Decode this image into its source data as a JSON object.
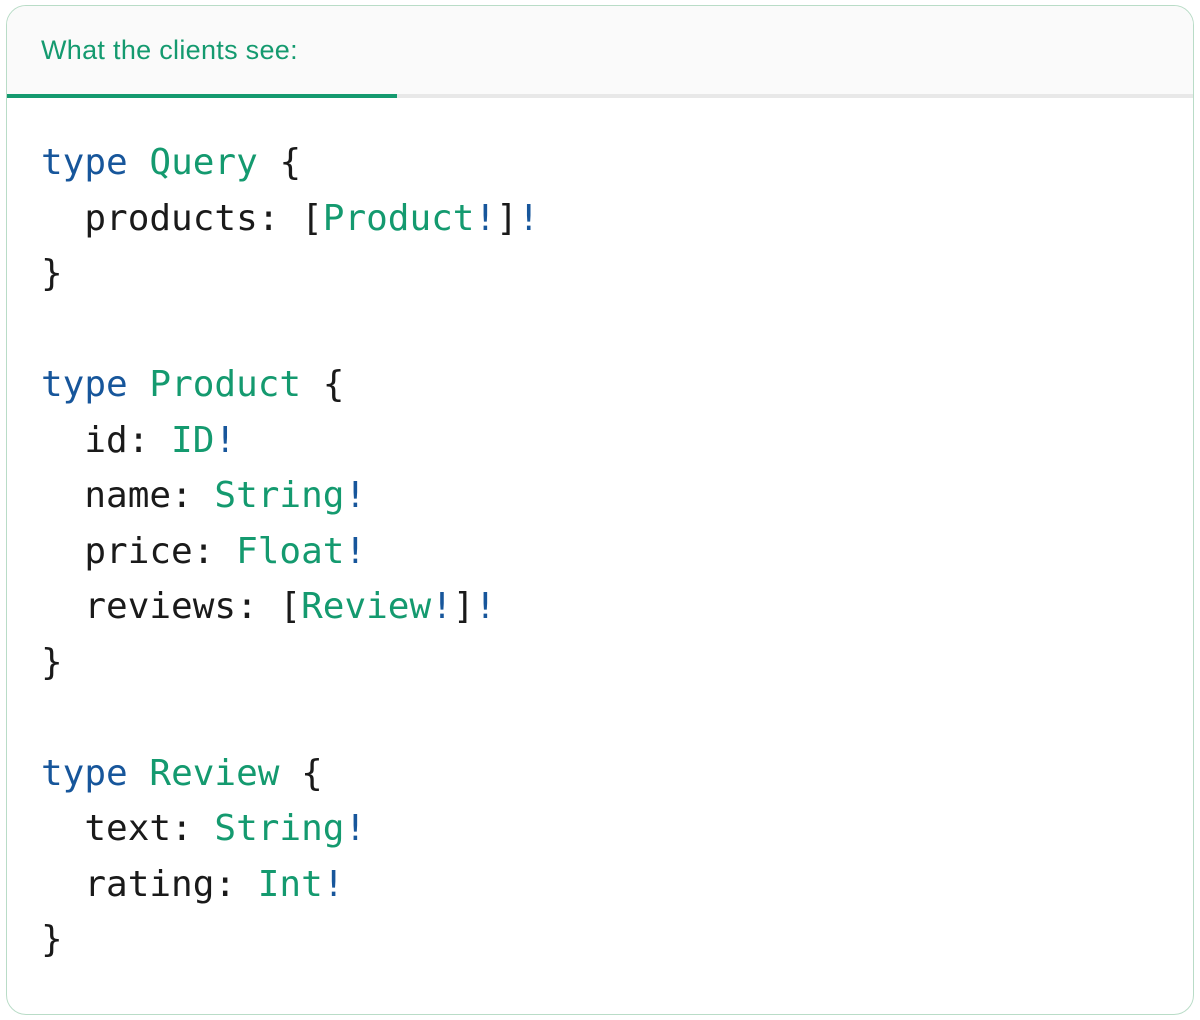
{
  "tab": {
    "label": "What the clients see:"
  },
  "colors": {
    "accent_green": "#149a6f",
    "keyword_blue": "#17569b",
    "text_dark": "#1a1a1a",
    "card_border": "#b9dcc7",
    "header_bg": "#fafafa",
    "divider_gray": "#e8e8e8"
  },
  "code": {
    "language": "graphql-sdl",
    "lines": [
      [
        [
          "kw",
          "type"
        ],
        [
          "pl",
          " "
        ],
        [
          "ty",
          "Query"
        ],
        [
          "pl",
          " {"
        ]
      ],
      [
        [
          "pl",
          "  products: ["
        ],
        [
          "ty",
          "Product"
        ],
        [
          "bg",
          "!"
        ],
        [
          "pl",
          "]"
        ],
        [
          "bg",
          "!"
        ]
      ],
      [
        [
          "pl",
          "}"
        ]
      ],
      [],
      [
        [
          "kw",
          "type"
        ],
        [
          "pl",
          " "
        ],
        [
          "ty",
          "Product"
        ],
        [
          "pl",
          " {"
        ]
      ],
      [
        [
          "pl",
          "  id: "
        ],
        [
          "ty",
          "ID"
        ],
        [
          "bg",
          "!"
        ]
      ],
      [
        [
          "pl",
          "  name: "
        ],
        [
          "ty",
          "String"
        ],
        [
          "bg",
          "!"
        ]
      ],
      [
        [
          "pl",
          "  price: "
        ],
        [
          "ty",
          "Float"
        ],
        [
          "bg",
          "!"
        ]
      ],
      [
        [
          "pl",
          "  reviews: ["
        ],
        [
          "ty",
          "Review"
        ],
        [
          "bg",
          "!"
        ],
        [
          "pl",
          "]"
        ],
        [
          "bg",
          "!"
        ]
      ],
      [
        [
          "pl",
          "}"
        ]
      ],
      [],
      [
        [
          "kw",
          "type"
        ],
        [
          "pl",
          " "
        ],
        [
          "ty",
          "Review"
        ],
        [
          "pl",
          " {"
        ]
      ],
      [
        [
          "pl",
          "  text: "
        ],
        [
          "ty",
          "String"
        ],
        [
          "bg",
          "!"
        ]
      ],
      [
        [
          "pl",
          "  rating: "
        ],
        [
          "ty",
          "Int"
        ],
        [
          "bg",
          "!"
        ]
      ],
      [
        [
          "pl",
          "}"
        ]
      ]
    ]
  }
}
